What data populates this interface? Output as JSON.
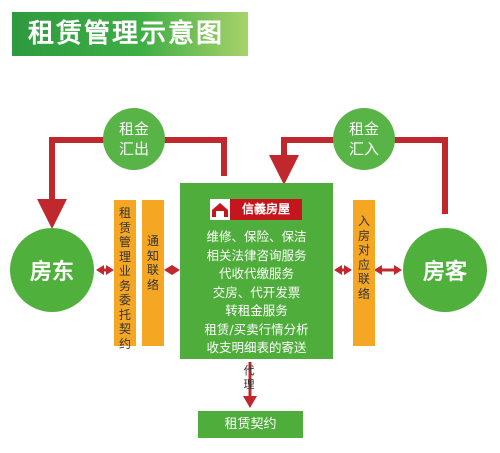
{
  "title": "租赁管理示意图",
  "nodes": {
    "landlord": "房东",
    "tenant": "房客"
  },
  "flows": {
    "rent_out": [
      "租金",
      "汇出"
    ],
    "rent_in": [
      "租金",
      "汇入"
    ]
  },
  "brand": "信義房屋",
  "services": [
    "维修、保险、保洁",
    "相关法律咨询服务",
    "代收代缴服务",
    "交房、代开发票",
    "转租金服务",
    "租赁/买卖行情分析",
    "收支明细表的寄送"
  ],
  "bars": {
    "left_mandate": "租赁管理业务委托契约",
    "left_notify": "通知联络",
    "right_contact": "入房对应联络"
  },
  "agent": "代理",
  "contract": "租赁契约",
  "colors": {
    "green": "#4fae3b",
    "orange": "#f5a623",
    "red": "#c0282d"
  }
}
